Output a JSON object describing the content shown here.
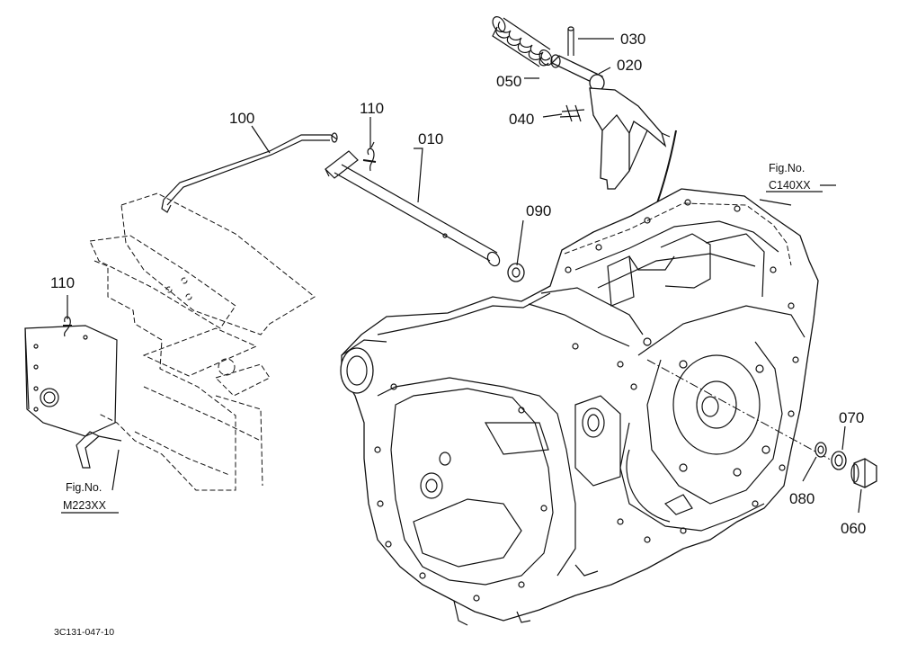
{
  "diagram": {
    "callouts": {
      "p010": "010",
      "p020": "020",
      "p030": "030",
      "p040": "040",
      "p050": "050",
      "p060": "060",
      "p070": "070",
      "p080": "080",
      "p090": "090",
      "p100": "100",
      "p110_top": "110",
      "p110_left": "110"
    },
    "figure_refs": {
      "right": {
        "label": "Fig.No.",
        "code": "C140XX"
      },
      "left": {
        "label": "Fig.No.",
        "code": "M223XX"
      }
    },
    "document_number": "3C131-047-10"
  }
}
